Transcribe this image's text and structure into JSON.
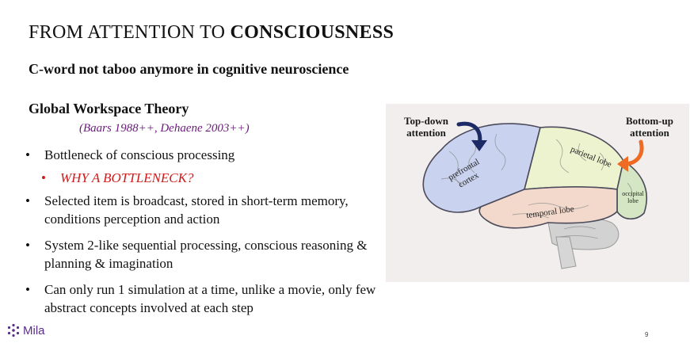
{
  "slide": {
    "title_prefix": "FROM ATTENTION TO ",
    "title_emphasis": "CONSCIOUSNESS",
    "subtitle": "C-word not taboo anymore in cognitive neuroscience",
    "section_heading": "Global Workspace Theory",
    "citation": "(Baars 1988++, Dehaene 2003++)",
    "bullets": [
      "Bottleneck of conscious processing",
      "WHY A BOTTLENECK?",
      "Selected item is broadcast, stored in short-term memory, conditions perception and action",
      "System 2-like sequential processing, conscious reasoning & planning & imagination",
      "Can only run 1 simulation at a time, unlike a movie, only few abstract concepts involved at each step"
    ],
    "bullet_marker": "•",
    "page_number": "9"
  },
  "figure": {
    "top_down_label": "Top-down attention",
    "bottom_up_label": "Bottom-up attention",
    "lobes": {
      "prefrontal": "prefrontal cortex",
      "prefrontal_line1": "prefrontal",
      "prefrontal_line2": "cortex",
      "parietal": "parietal lobe",
      "occipital_line1": "occipital",
      "occipital_line2": "lobe",
      "temporal": "temporal lobe"
    },
    "colors": {
      "background": "#f3eeee",
      "prefrontal": "#c9d3ef",
      "parietal": "#eef3cf",
      "occipital": "#d4e6c4",
      "temporal": "#f3d9cc",
      "cerebellum": "#d2d2d2",
      "top_down_arrow": "#1c2a66",
      "bottom_up_arrow": "#ef6a22"
    }
  },
  "logo": {
    "text": "Mila",
    "color": "#5b2d8a"
  },
  "colors": {
    "citation": "#6a1b7a",
    "highlight_bullet": "#d11a1a"
  }
}
